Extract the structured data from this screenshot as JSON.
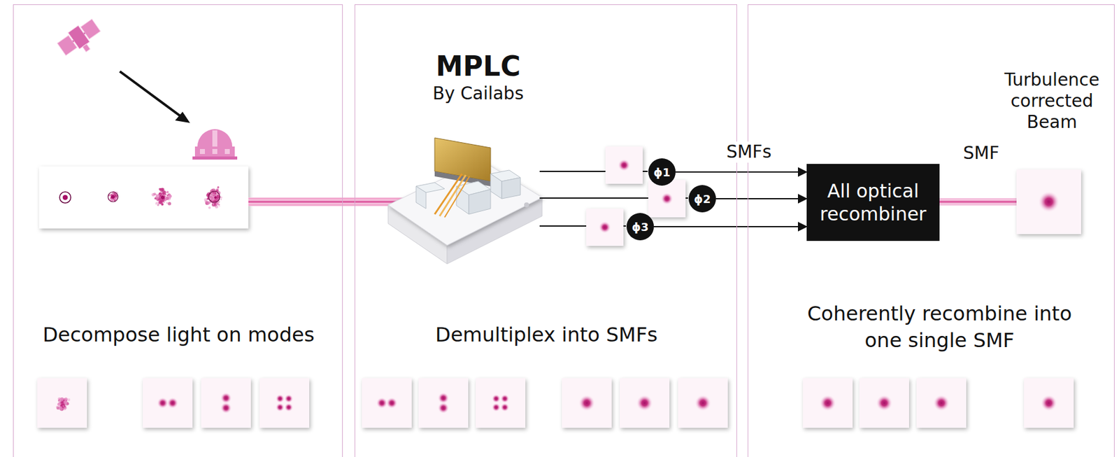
{
  "diagram": {
    "nodes": [
      {
        "text": [
          "Decompose light on modes"
        ]
      },
      {
        "text": [
          "Demultiplex into SMFs"
        ]
      },
      {
        "text": [
          "Coherently recombine into one single SMF"
        ]
      },
      {
        "text": [
          "ϕ1"
        ],
        "in": 1
      },
      {
        "text": [
          "ϕ2"
        ],
        "in": 1
      },
      {
        "text": [
          "ϕ3"
        ],
        "in": 1
      },
      {
        "text": [
          "All optical recombiner"
        ],
        "in": 2
      }
    ],
    "edges": [
      {
        "from": 3,
        "to": 6,
        "arrow": "to"
      },
      {
        "from": 4,
        "to": 6,
        "arrow": "to"
      },
      {
        "from": 5,
        "to": 6,
        "arrow": "to"
      }
    ],
    "labels": [
      "MPLC",
      "By Cailabs",
      "SMFs",
      "SMF",
      "Turbulence corrected Beam"
    ]
  }
}
